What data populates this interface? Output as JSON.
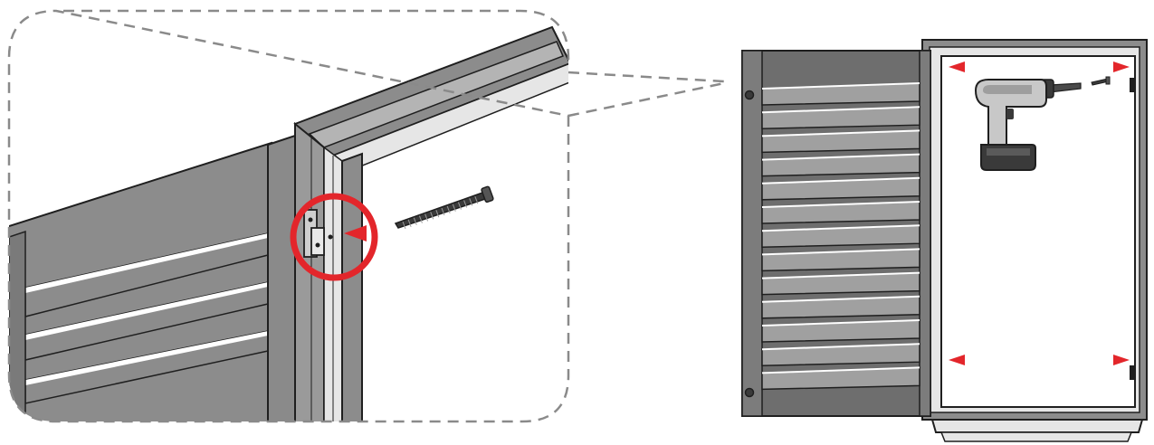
{
  "colors": {
    "outline": "#1f1f1f",
    "panel_gray": "#8c8c8c",
    "panel_dark": "#6e6e6e",
    "louver_gray": "#a0a0a0",
    "frame_light": "#e6e6e6",
    "dash_gray": "#8a8a8a",
    "accent_red": "#e3262b",
    "drill_gray": "#c8c8c8",
    "drill_dark": "#3a3a3a",
    "background": "#ffffff"
  },
  "icons": {
    "detail_callout": "highlight-circle-icon",
    "direction": "arrow-left-icon",
    "arrow_right": "arrow-right-icon",
    "tool": "cordless-drill-icon",
    "fastener": "screw-icon"
  },
  "figure": {
    "detail_view": "hinge-detail-zoom",
    "overview": "shutter-panel-installed-in-frame",
    "mount_points": 4,
    "louver_count": 13
  }
}
